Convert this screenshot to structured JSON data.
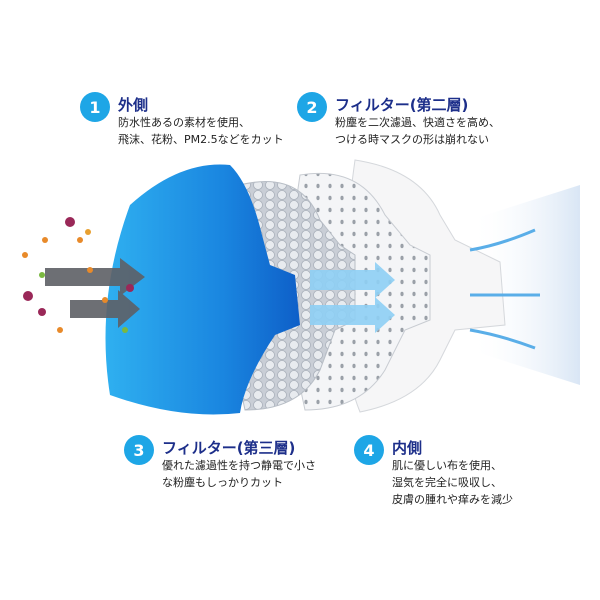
{
  "callouts": [
    {
      "num": "1",
      "title": "外側",
      "desc": "防水性あるの素材を使用、\n飛沫、花粉、PM2.5などをカット"
    },
    {
      "num": "2",
      "title": "フィルター(第二層)",
      "desc": "粉塵を二次濾過、快適さを高め、\nつける時マスクの形は崩れない"
    },
    {
      "num": "3",
      "title": "フィルター(第三層)",
      "desc": "優れた濾過性を持つ静電で小さ\nな粉塵もしっかりカット"
    },
    {
      "num": "4",
      "title": "内側",
      "desc": "肌に優しい布を使用、\n湿気を完全に吸収し、\n皮膚の腫れや痒みを減少"
    }
  ],
  "colors": {
    "accent": "#1ea6e6",
    "title": "#1d2f8a",
    "mask_blue": "#1478d8"
  }
}
